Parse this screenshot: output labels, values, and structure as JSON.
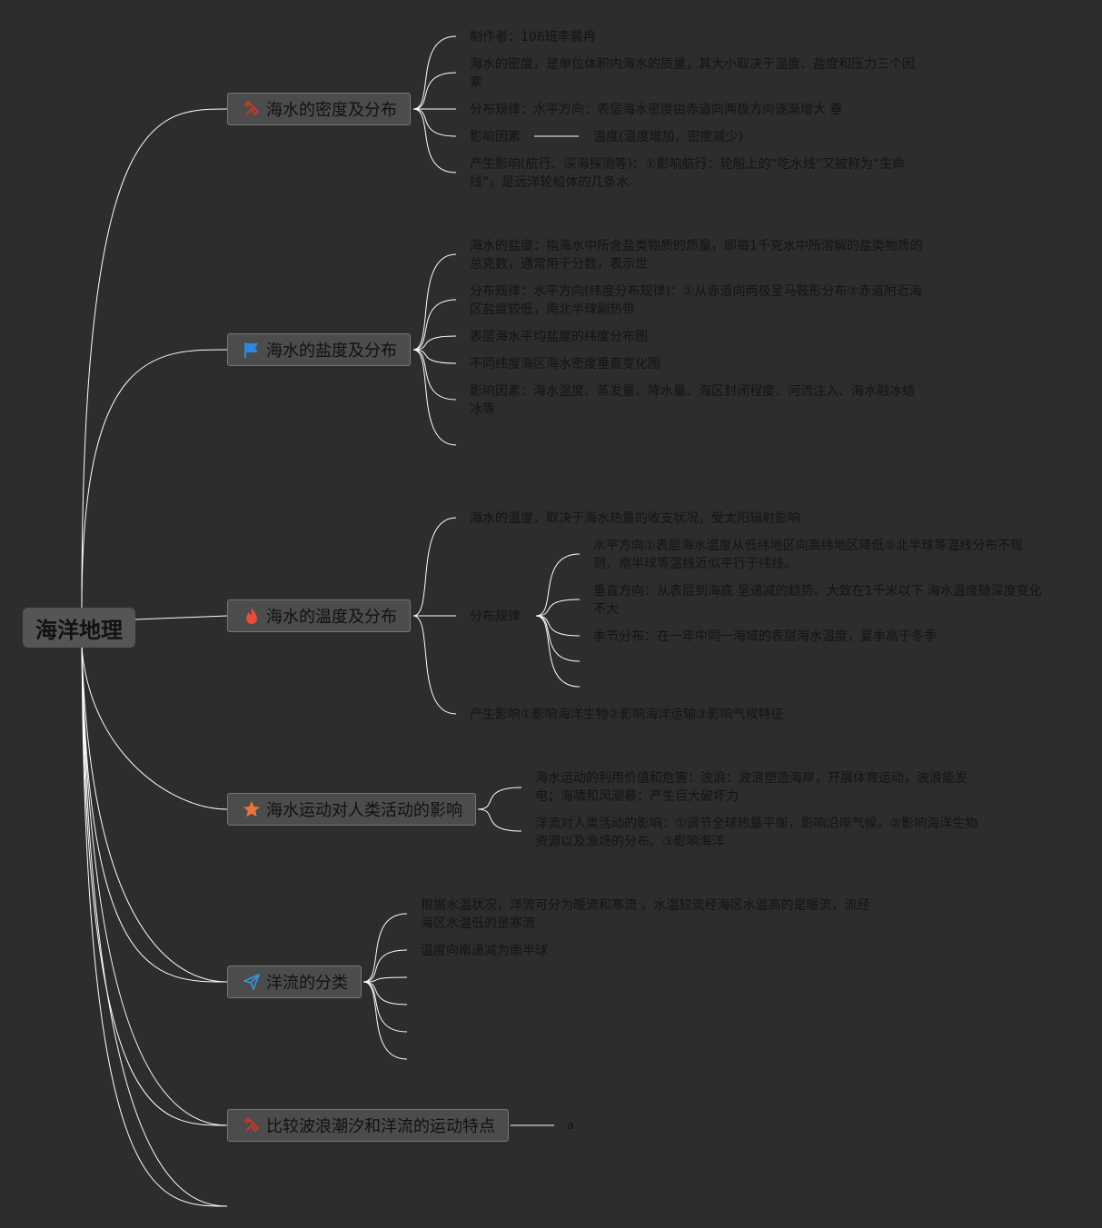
{
  "central": {
    "title": "海洋地理"
  },
  "branches": [
    {
      "title": "海水的密度及分布",
      "icon": "tools-icon",
      "icon_color": "#c0392b",
      "items": [
        "制作者：106班李晨冉",
        "海水的密度，是单位体积内海水的质量，其大小取决于温度、盐度和压力三个因素",
        "分布规律：水平方向：表层海水密度由赤道向两极方向逐渐增大 垂",
        "影响因素",
        "温度(温度增加，密度减少)",
        "产生影响(航行、深海探测等)：①影响航行：轮船上的“吃水线”又被称为“生命线”。是远洋轮船体的几条水"
      ]
    },
    {
      "title": "海水的盐度及分布",
      "icon": "flag-icon",
      "icon_color": "#2e86de",
      "items": [
        "海水的盐度：指海水中所含盐类物质的质量，即每1千克水中所溶解的盐类物质的总克数，通常用千分数，表示世",
        "分布规律：水平方向(纬度分布规律)：①从赤道向两极呈马鞍形分布②赤道附近海区盐度较低，南北半球副热带",
        "表层海水平均盐度的纬度分布图",
        "不同纬度海区海水密度垂直变化图",
        "影响因素：海水温度、蒸发量、降水量、海区封闭程度、河流注入、海水融冰结冰等"
      ]
    },
    {
      "title": "海水的温度及分布",
      "icon": "fire-icon",
      "icon_color": "#e74c3c",
      "items": [
        "海水的温度，取决于海水热量的收支状况，受太阳辐射影响",
        "分布规律",
        "水平方向①表层海水温度从低纬地区向高纬地区降低②北半球等温线分布不规则，南半球等温线近似平行于纬线。",
        "垂直方向：从表层到海底 呈递减的趋势。大致在1千米以下 海水温度随深度变化不大",
        "季节分布：在一年中同一海域的表层海水温度，夏季高于冬季",
        "产生影响①影响海洋生物②影响海洋运输③影响气候特征"
      ]
    },
    {
      "title": "海水运动对人类活动的影响",
      "icon": "star-icon",
      "icon_color": "#e8743b",
      "items": [
        "海水运动的利用价值和危害：波浪：波浪塑造海岸，开展体育运动，波浪能发电；海啸和风潮暴：产生巨大破坏力",
        "洋流对人类活动的影响：①调节全球热量平衡，影响沿岸气候。②影响海洋生物资源以及渔场的分布。③影响海洋"
      ]
    },
    {
      "title": "洋流的分类",
      "icon": "paper-plane-icon",
      "icon_color": "#3498db",
      "items": [
        "根据水温状况，洋流可分为暖流和寒流 。水温较流经海区水温高的是暖流，流经海区水温低的是寒流",
        "温度向南递减为南半球"
      ]
    },
    {
      "title": "比较波浪潮汐和洋流的运动特点",
      "icon": "tools-icon",
      "icon_color": "#c0392b",
      "items": [
        "a"
      ]
    }
  ]
}
